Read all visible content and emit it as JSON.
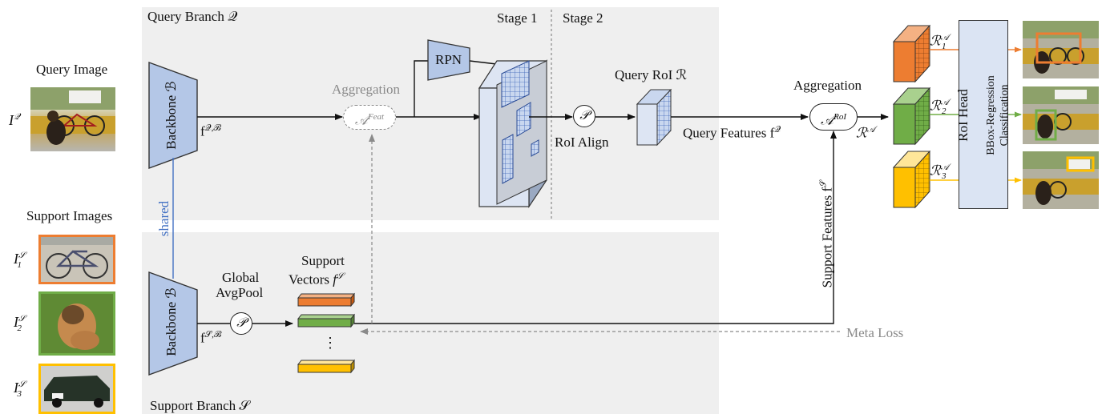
{
  "query_branch": {
    "label": "Query Branch 𝒬"
  },
  "support_branch": {
    "label": "Support Branch 𝒮"
  },
  "stages": {
    "stage1": "Stage 1",
    "stage2": "Stage 2"
  },
  "query_image": {
    "title": "Query Image",
    "symbol": "I",
    "symbol_sup": "𝒬"
  },
  "support_images": {
    "title": "Support Images",
    "items": [
      {
        "symbol": "I",
        "sup": "𝒮",
        "sub": "1",
        "color": "#ed7d31"
      },
      {
        "symbol": "I",
        "sup": "𝒮",
        "sub": "2",
        "color": "#70ad47"
      },
      {
        "symbol": "I",
        "sup": "𝒮",
        "sub": "3",
        "color": "#ffc000"
      }
    ]
  },
  "backbone": {
    "label": "Backbone ℬ"
  },
  "shared": "shared",
  "features": {
    "query_feat": "f",
    "query_feat_sup": "𝒬,ℬ",
    "support_feat": "f",
    "support_feat_sup": "𝒮,ℬ"
  },
  "aggregation_feat": {
    "title": "Aggregation",
    "symbol": "𝒜",
    "sup": "Feat"
  },
  "rpn": "RPN",
  "roi_align": {
    "symbol": "𝒫",
    "label": "RoI Align"
  },
  "query_roi": "Query RoI ℛ",
  "query_features": {
    "label": "Query Features f",
    "sup": "𝒬"
  },
  "aggregation_roi": {
    "title": "Aggregation",
    "symbol": "𝒜",
    "sup": "RoI",
    "output": "ℛ",
    "output_sup": "𝒜"
  },
  "support_features": {
    "label": "Support Features f",
    "sup": "𝒮"
  },
  "global_avgpool": {
    "line1": "Global",
    "line2": "AvgPool",
    "symbol": "𝒫"
  },
  "support_vectors": {
    "line1": "Support",
    "line2": "Vectors",
    "symbol": "f",
    "sup": "𝒮",
    "ellipsis": "⋮"
  },
  "meta_loss": "Meta Loss",
  "rois_aggregated": [
    {
      "symbol": "ℛ",
      "sup": "𝒜",
      "sub": "1",
      "color": "#ed7d31"
    },
    {
      "symbol": "ℛ",
      "sup": "𝒜",
      "sub": "2",
      "color": "#70ad47"
    },
    {
      "symbol": "ℛ",
      "sup": "𝒜",
      "sub": "3",
      "color": "#ffc000"
    }
  ],
  "roi_head": {
    "title": "RoI Head",
    "line2": "BBox-Regression",
    "line3": "Classification"
  },
  "colors": {
    "panel": "#efefef",
    "feature_blue": "#b4c7e7",
    "orange": "#ed7d31",
    "green": "#70ad47",
    "yellow": "#ffc000",
    "gray": "#8a8a8a",
    "shared_blue": "#4472c4"
  }
}
